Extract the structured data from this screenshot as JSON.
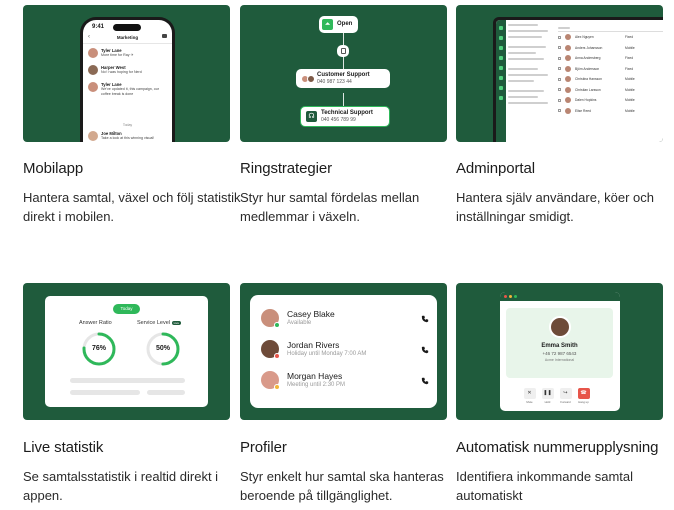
{
  "cards": [
    {
      "title": "Mobilapp",
      "desc": "Hantera samtal, växel och följ statistik direkt i mobilen."
    },
    {
      "title": "Ringstrategier",
      "desc": "Styr hur samtal fördelas mellan medlemmar i växeln."
    },
    {
      "title": "Adminportal",
      "desc": "Hantera själv användare, köer och inställningar smidigt."
    },
    {
      "title": "Live statistik",
      "desc": "Se samtalsstatistik i realtid direkt i appen."
    },
    {
      "title": "Profiler",
      "desc": "Styr enkelt hur samtal ska hanteras beroende på tillgänglighet."
    },
    {
      "title": "Automatisk nummerupplysning",
      "desc": "Identifiera inkommande samtal automatiskt"
    }
  ],
  "mobile": {
    "time": "9:41",
    "header": "Marketing",
    "today": "Today",
    "messages": [
      {
        "name": "Tyler Lane",
        "text": "More time for Ray ✈"
      },
      {
        "name": "Harper West",
        "text": "No! I was hoping for Nerd"
      },
      {
        "name": "Tyler Lane",
        "text": "We've updated it, this campaign, our coffee break is done"
      },
      {
        "name": "Joe Milton",
        "text": "Take a look at this winning visual!"
      }
    ]
  },
  "ring": {
    "open": "Open",
    "support_name": "Customer Support",
    "support_num": "040 987 123 44",
    "tech_name": "Technical Support",
    "tech_num": "040 456 789 99"
  },
  "admin": {
    "rows": [
      {
        "name": "Alex Nguyen",
        "status": "Fixed"
      },
      {
        "name": "Anders Johansson",
        "status": "Mobile"
      },
      {
        "name": "Anna Andersberg",
        "status": "Fixed"
      },
      {
        "name": "Björn Andersson",
        "status": "Fixed"
      },
      {
        "name": "Christina Hansson",
        "status": "Mobile"
      },
      {
        "name": "Christian Larsson",
        "status": "Mobile"
      },
      {
        "name": "Dalen Hopkins",
        "status": "Mobile"
      },
      {
        "name": "Elise Reed",
        "status": "Mobile"
      }
    ]
  },
  "stats": {
    "today": "Today",
    "answer_ratio_label": "Answer Ratio",
    "service_level_label": "Service Level",
    "service_badge": "Live",
    "answer_ratio": 76,
    "service_level": 50,
    "answer_ratio_text": "76%",
    "service_level_text": "50%",
    "gauge_color": "#2fb85a"
  },
  "profiles": [
    {
      "name": "Casey Blake",
      "status": "Available",
      "dot": "#2fb85a"
    },
    {
      "name": "Jordan Rivers",
      "status": "Holiday until Monday 7:00 AM",
      "dot": "#e7554a"
    },
    {
      "name": "Morgan Hayes",
      "status": "Meeting until 2:30 PM",
      "dot": "#f2b53a"
    }
  ],
  "caller": {
    "name": "Emma Smith",
    "number": "+46 72 987 6543",
    "company": "Acme International",
    "controls": [
      "Mute",
      "Hold",
      "Forward",
      "Hang up"
    ]
  },
  "colors": {
    "brand_green": "#1f5b3c",
    "accent_green": "#2fb85a",
    "red": "#e7554a"
  }
}
